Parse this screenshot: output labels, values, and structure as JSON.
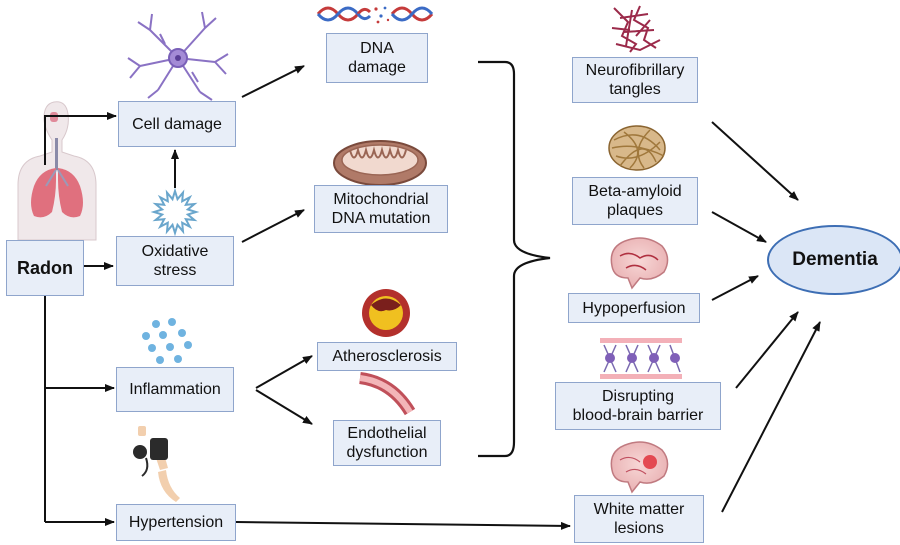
{
  "nodes": {
    "radon": "Radon",
    "cell_damage": "Cell damage",
    "oxidative_stress": [
      "Oxidative",
      "stress"
    ],
    "inflammation": "Inflammation",
    "hypertension": "Hypertension",
    "dna_damage": [
      "DNA",
      "damage"
    ],
    "mitochondrial": [
      "Mitochondrial",
      "DNA mutation"
    ],
    "atherosclerosis": "Atherosclerosis",
    "endothelial": [
      "Endothelial",
      "dysfunction"
    ],
    "neurofibrillary": [
      "Neurofibrillary",
      "tangles"
    ],
    "beta_amyloid": [
      "Beta-amyloid",
      "plaques"
    ],
    "hypoperfusion": "Hypoperfusion",
    "bbb": [
      "Disrupting",
      "blood-brain barrier"
    ],
    "white_matter": [
      "White matter",
      "lesions"
    ],
    "dementia": "Dementia"
  },
  "colors": {
    "box_fill": "#e8eef8",
    "box_border": "#8fa5cc",
    "ellipse_fill": "#dbe6f6",
    "ellipse_border": "#3d6eb4",
    "arrow": "#111111"
  },
  "icons": [
    "neuron-icon",
    "human-lungs-icon",
    "oxidative-burst-icon",
    "dna-helix-icon",
    "mitochondrion-icon",
    "inflammation-dots-icon",
    "artery-plaque-icon",
    "blood-vessel-icon",
    "blood-pressure-cuff-icon",
    "tau-tangle-icon",
    "amyloid-plaque-icon",
    "brain-icon",
    "blood-brain-barrier-icon",
    "brain-lesion-icon"
  ]
}
